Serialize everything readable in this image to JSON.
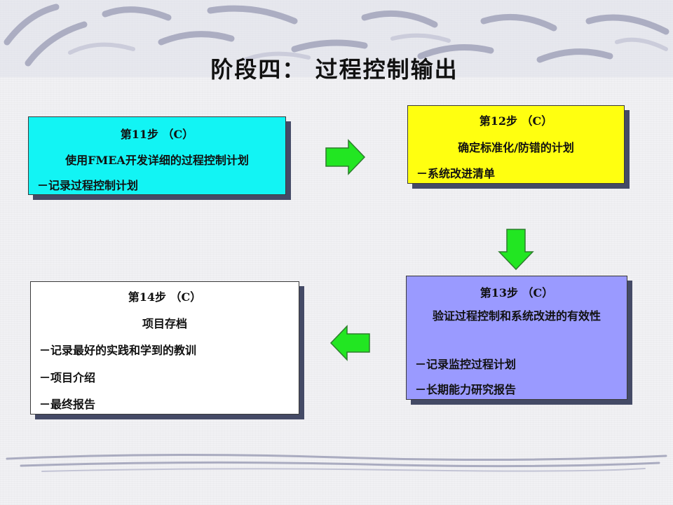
{
  "slide": {
    "title": "阶段四：  过程控制输出"
  },
  "steps": [
    {
      "id": "step11",
      "color": "#12f4f4",
      "heading": "第11步      （C）",
      "description": "使用FMEA开发详细的过程控制计划",
      "items": [
        "－记录过程控制计划"
      ]
    },
    {
      "id": "step12",
      "color": "#ffff10",
      "heading": "第12步      （C）",
      "description": "确定标准化/防错的计划",
      "items": [
        "－系统改进清单"
      ]
    },
    {
      "id": "step13",
      "color": "#9a9aff",
      "heading": "第13步      （C）",
      "description": "验证过程控制和系统改进的有效性",
      "items": [
        "－记录监控过程计划",
        "－长期能力研究报告"
      ]
    },
    {
      "id": "step14",
      "color": "#ffffff",
      "heading": "第14步      （C）",
      "description": "项目存档",
      "items": [
        "－记录最好的实践和学到的教训",
        "－项目介绍",
        "－最终报告"
      ]
    }
  ],
  "arrows": {
    "color": "#22e622",
    "flow": [
      "right",
      "down",
      "left"
    ]
  }
}
